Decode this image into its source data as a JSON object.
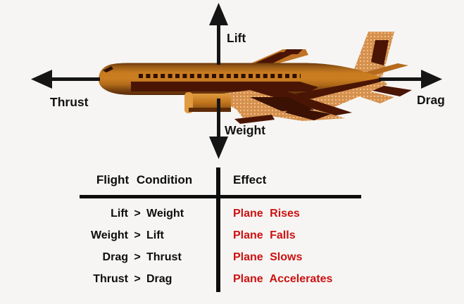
{
  "diagram": {
    "labels": {
      "lift": "Lift",
      "thrust": "Thrust",
      "drag": "Drag",
      "weight": "Weight"
    }
  },
  "table": {
    "headers": {
      "condition": "Flight Condition",
      "effect": "Effect"
    },
    "rows": [
      {
        "left": "Lift",
        "op": ">",
        "right": "Weight",
        "effect": "Plane Rises"
      },
      {
        "left": "Weight",
        "op": ">",
        "right": "Lift",
        "effect": "Plane Falls"
      },
      {
        "left": "Drag",
        "op": ">",
        "right": "Thrust",
        "effect": "Plane Slows"
      },
      {
        "left": "Thrust",
        "op": ">",
        "right": "Drag",
        "effect": "Plane Accelerates"
      }
    ]
  },
  "colors": {
    "background": "#f6f5f3",
    "arrow": "#151515",
    "text": "#0d0d0d",
    "effect_text": "#cc1111",
    "plane_body": "#c87b20",
    "plane_dark": "#4a1505",
    "plane_stipple": "#d6904e"
  }
}
